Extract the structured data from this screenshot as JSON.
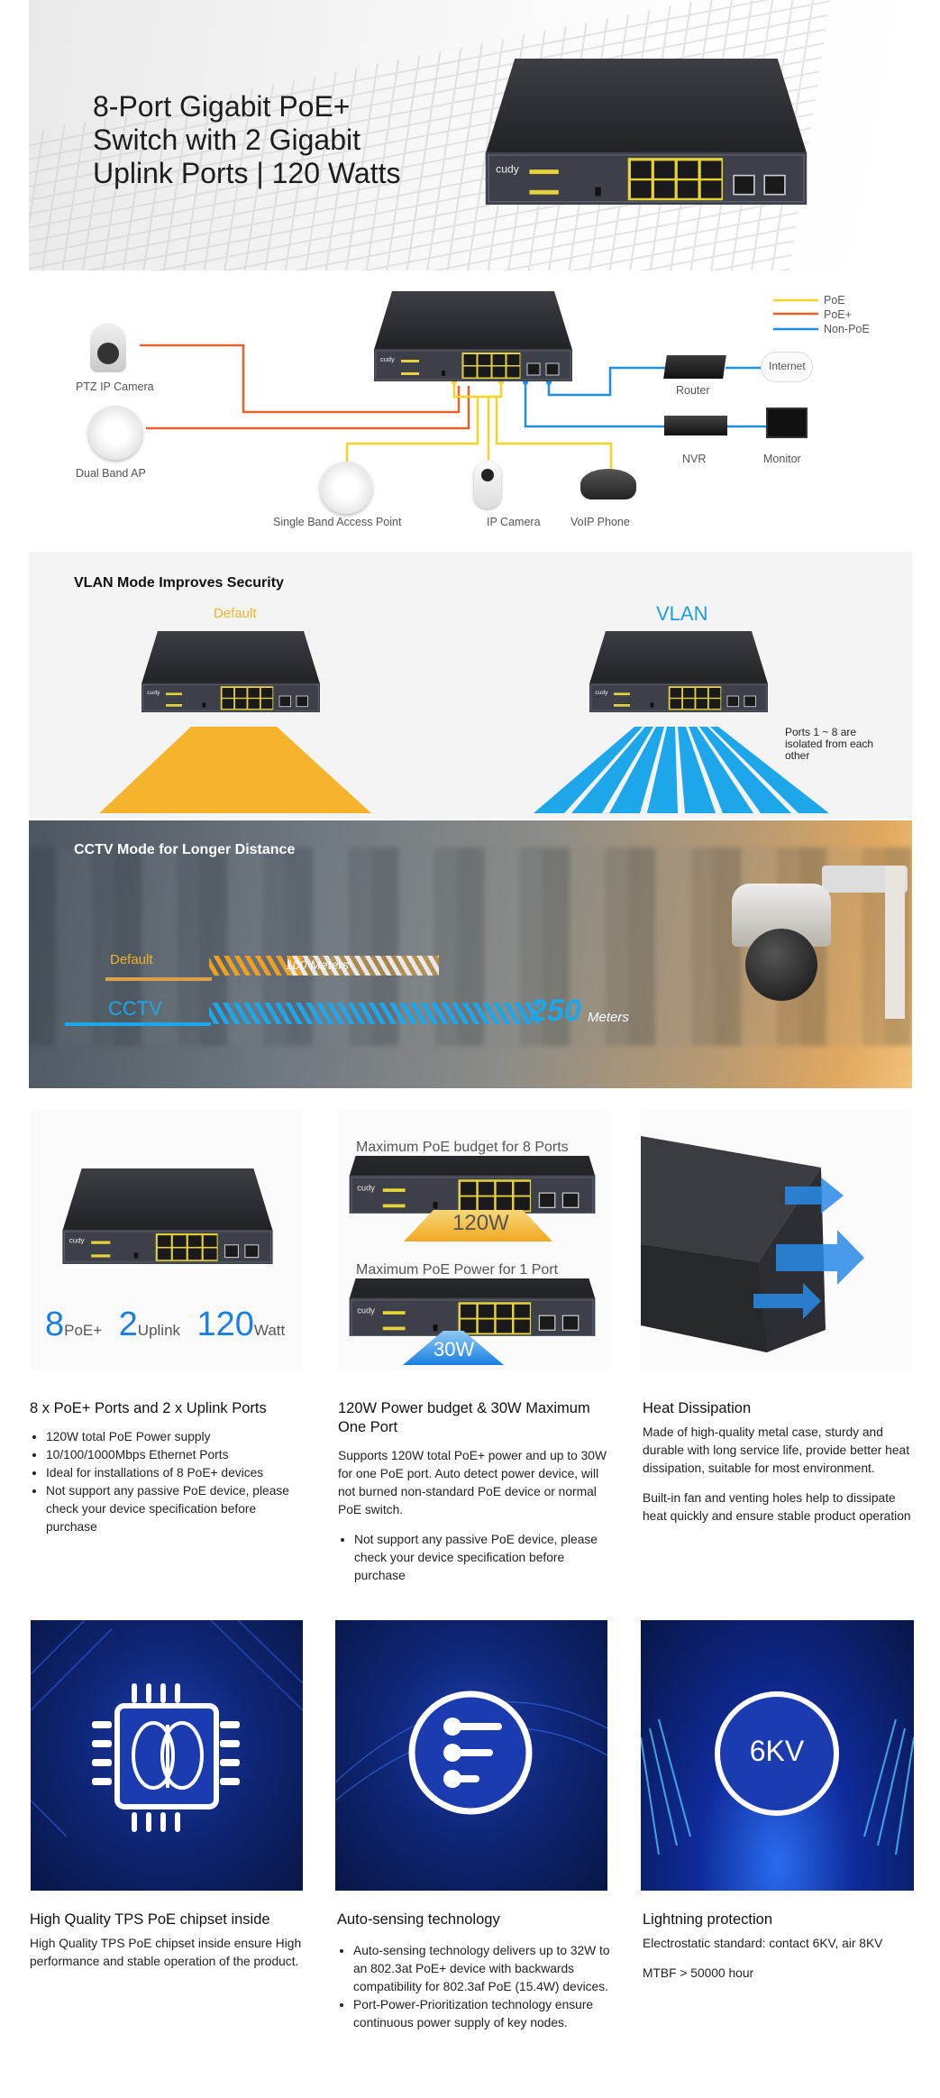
{
  "brand": {
    "logo_text": "cudy"
  },
  "hero": {
    "title_lines": [
      "8-Port Gigabit PoE+",
      "Switch with 2 Gigabit",
      "Uplink Ports | 120 Watts"
    ]
  },
  "diagram": {
    "devices": {
      "ptz_camera": "PTZ IP Camera",
      "dual_band_ap": "Dual Band AP",
      "single_band_ap": "Single Band Access Point",
      "ip_camera": "IP Camera",
      "voip_phone": "VoIP Phone",
      "router": "Router",
      "internet": "Internet",
      "nvr": "NVR",
      "monitor": "Monitor"
    },
    "legend": [
      {
        "label": "PoE",
        "color": "#f5d327"
      },
      {
        "label": "PoE+",
        "color": "#e8612c"
      },
      {
        "label": "Non-PoE",
        "color": "#1e8fe0"
      }
    ]
  },
  "vlan": {
    "title": "VLAN Mode Improves Security",
    "default_label": "Default",
    "vlan_label": "VLAN",
    "note": "Ports 1 ~ 8 are isolated from each other"
  },
  "cctv": {
    "title": "CCTV Mode for Longer Distance",
    "default_label": "Default",
    "default_distance": "100 Meters",
    "cctv_label": "CCTV",
    "cctv_distance_value": "250",
    "cctv_distance_unit": "Meters"
  },
  "feature_images": {
    "ports": {
      "n1": "8",
      "u1": "PoE+",
      "n2": "2",
      "u2": "Uplink",
      "n3": "120",
      "u3": "Watt"
    },
    "power": {
      "budget_title": "Maximum PoE budget for 8 Ports",
      "budget_value": "120W",
      "port_title": "Maximum PoE Power for 1 Port",
      "port_value": "30W"
    },
    "lightning_badge": "6KV"
  },
  "features": [
    {
      "title": "8 x PoE+ Ports and 2 x Uplink Ports",
      "bullets": [
        "120W total PoE Power supply",
        "10/100/1000Mbps Ethernet Ports",
        "Ideal for installations of 8 PoE+ devices"
      ],
      "note_bullet": "Not support any passive PoE device, please check your device specification before purchase"
    },
    {
      "title": "120W Power budget & 30W Maximum One Port",
      "body": "Supports 120W total PoE+ power and up to 30W for one PoE port. Auto detect power device, will not burned non-standard PoE device or normal PoE switch.",
      "note_bullet": "Not support any passive PoE device, please check your device specification before purchase"
    },
    {
      "title": "Heat Dissipation",
      "body": "Made of high-quality metal case, sturdy and durable with long service life, provide better heat dissipation, suitable for most environment.",
      "body2": "Built-in fan and venting holes help to dissipate heat quickly and ensure stable product operation"
    },
    {
      "title": "High Quality TPS PoE chipset inside",
      "body": "High Quality TPS PoE chipset inside ensure High performance and stable operation of the product."
    },
    {
      "title": "Auto-sensing technology",
      "bullets": [
        "Auto-sensing technology delivers up to 32W to an 802.3at PoE+ device with backwards compatibility for 802.3af PoE (15.4W) devices.",
        "Port-Power-Prioritization technology ensure continuous power supply of key nodes."
      ]
    },
    {
      "title": "Lightning protection",
      "body": "Electrostatic standard: contact 6KV, air 8KV",
      "body2": "MTBF > 50000 hour"
    }
  ]
}
